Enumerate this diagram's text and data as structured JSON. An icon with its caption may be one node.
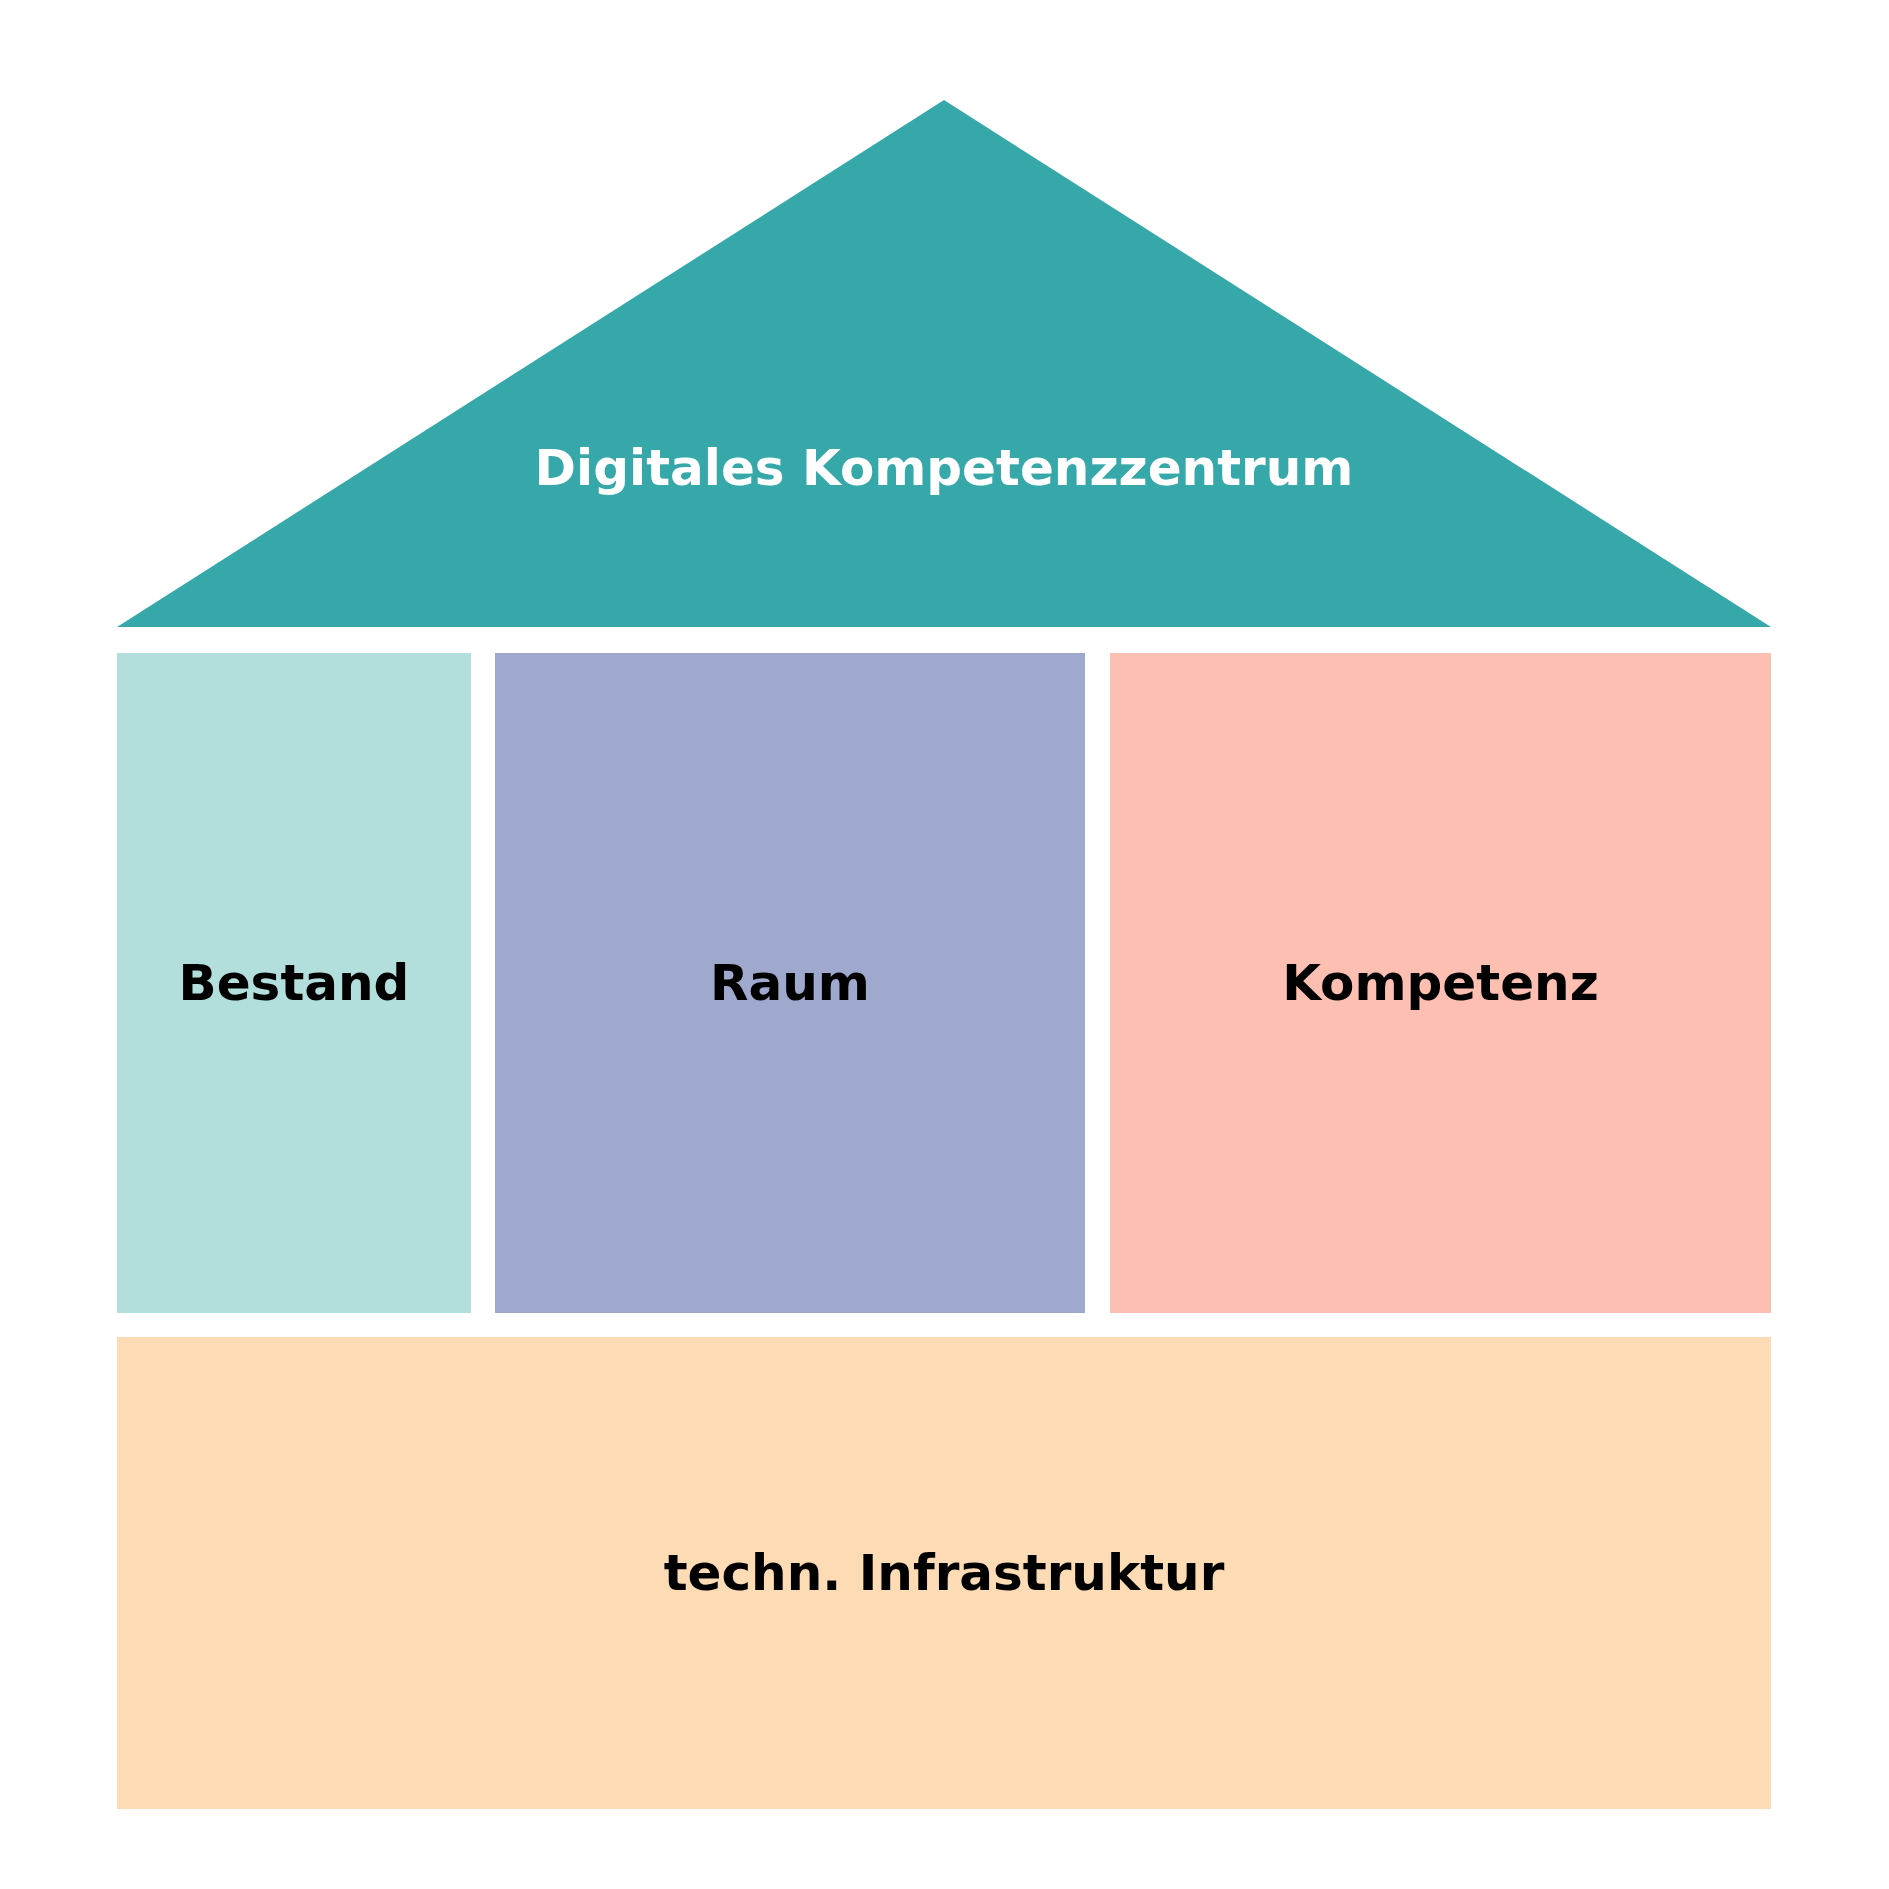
{
  "diagram": {
    "nodes": [
      {
        "text": [
          "Digitales Kompetenzzentrum"
        ]
      },
      {
        "text": [
          "Bestand"
        ]
      },
      {
        "text": [
          "Raum"
        ]
      },
      {
        "text": [
          "Kompetenz"
        ]
      },
      {
        "text": [
          "techn. Infrastruktur"
        ]
      }
    ]
  }
}
